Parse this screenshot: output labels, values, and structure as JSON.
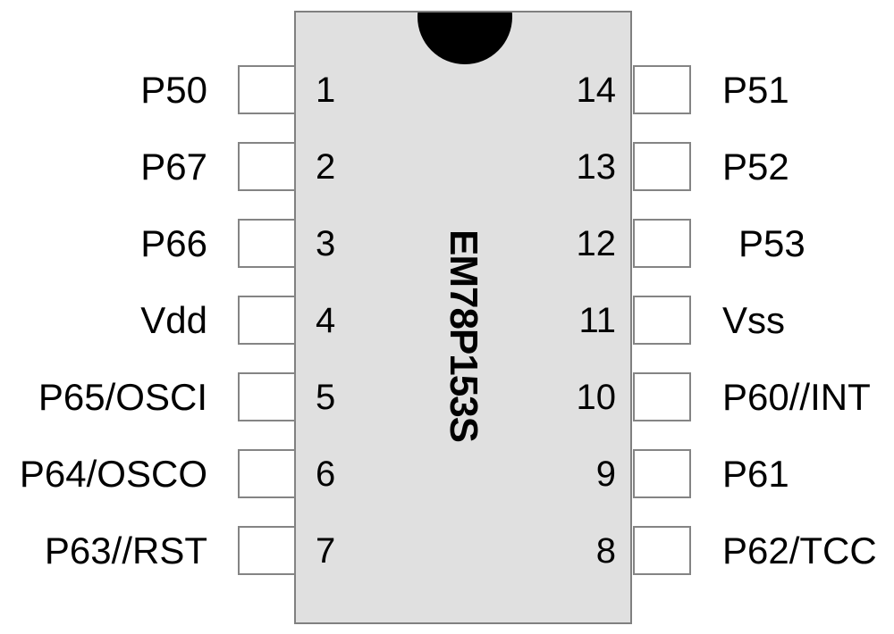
{
  "chip": {
    "name": "EM78P153S"
  },
  "pins": {
    "left": [
      {
        "number": "1",
        "label": "P50"
      },
      {
        "number": "2",
        "label": "P67"
      },
      {
        "number": "3",
        "label": "P66"
      },
      {
        "number": "4",
        "label": "Vdd"
      },
      {
        "number": "5",
        "label": "P65/OSCI"
      },
      {
        "number": "6",
        "label": "P64/OSCO"
      },
      {
        "number": "7",
        "label": "P63//RST"
      }
    ],
    "right": [
      {
        "number": "14",
        "label": "P51"
      },
      {
        "number": "13",
        "label": "P52"
      },
      {
        "number": "12",
        "label": "P53"
      },
      {
        "number": "11",
        "label": "Vss"
      },
      {
        "number": "10",
        "label": "P60//INT"
      },
      {
        "number": "9",
        "label": "P61"
      },
      {
        "number": "8",
        "label": "P62/TCC"
      }
    ]
  },
  "colors": {
    "background": "#ffffff",
    "chip_fill": "#e0e0e0",
    "chip_border": "#808080",
    "pin_box_fill": "#ffffff",
    "pin_box_border": "#848484",
    "notch": "#000000",
    "text": "#000000"
  }
}
